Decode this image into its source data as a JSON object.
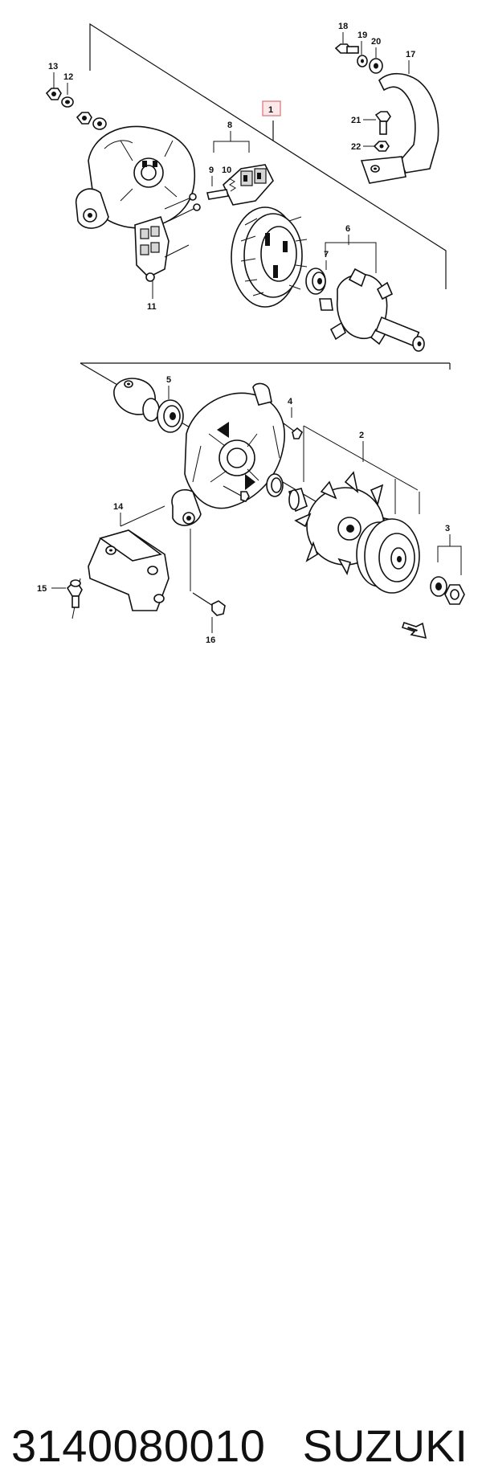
{
  "callouts": {
    "c1": "1",
    "c2": "2",
    "c3": "3",
    "c4": "4",
    "c5": "5",
    "c6": "6",
    "c7": "7",
    "c8": "8",
    "c9": "9",
    "c10": "10",
    "c11": "11",
    "c12": "12",
    "c13": "13",
    "c14": "14",
    "c15": "15",
    "c16": "16",
    "c17": "17",
    "c18": "18",
    "c19": "19",
    "c20": "20",
    "c21": "21",
    "c22": "22"
  },
  "caption": {
    "part_number": "3140080010",
    "brand": "SUZUKI"
  },
  "colors": {
    "ink": "#111111",
    "highlight_box": "#e07a80",
    "background": "#ffffff"
  }
}
